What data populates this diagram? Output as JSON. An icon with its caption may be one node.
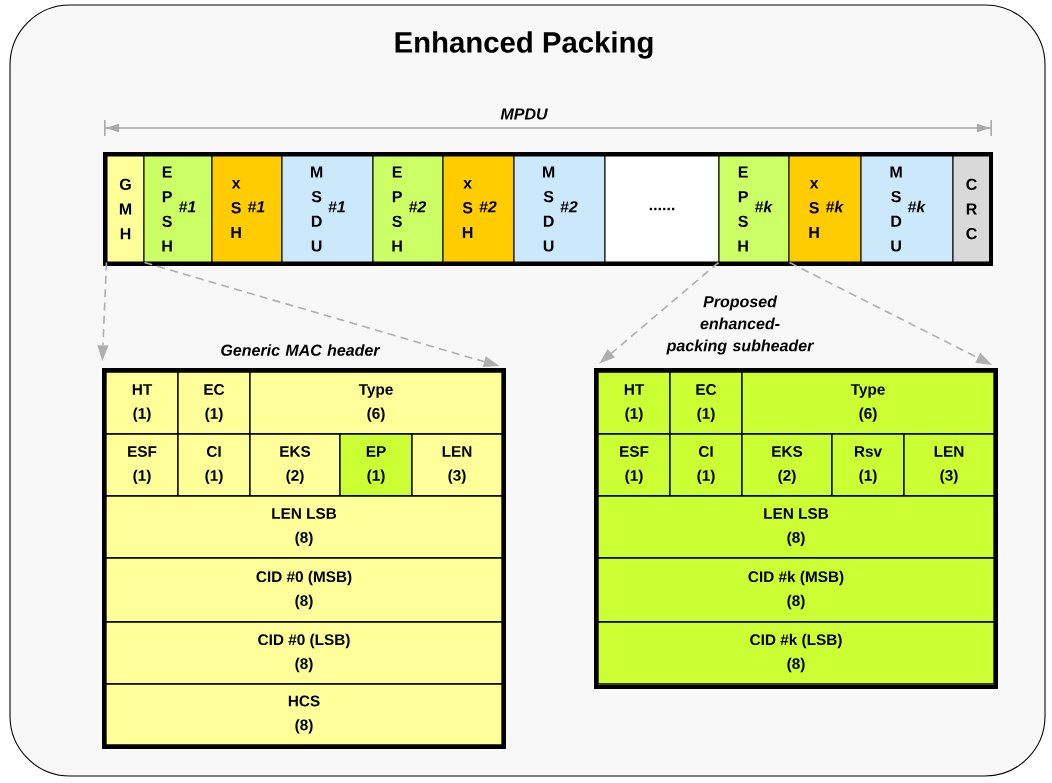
{
  "diagram": {
    "title": "Enhanced Packing",
    "nodes": [
      {
        "text": [
          "G M H"
        ]
      },
      {
        "text": [
          "E P S H",
          "#1"
        ]
      },
      {
        "text": [
          "x S H",
          "#1"
        ]
      },
      {
        "text": [
          "M S D U",
          "#1"
        ]
      },
      {
        "text": [
          "E P S H",
          "#2"
        ]
      },
      {
        "text": [
          "x S H",
          "#2"
        ]
      },
      {
        "text": [
          "M S D U",
          "#2"
        ]
      },
      {
        "text": [
          "......"
        ]
      },
      {
        "text": [
          "E P S H",
          "#k"
        ]
      },
      {
        "text": [
          "x S H",
          "#k"
        ]
      },
      {
        "text": [
          "M S D U",
          "#k"
        ]
      },
      {
        "text": [
          "C R C"
        ]
      },
      {
        "text": [
          "Generic MAC header"
        ]
      },
      {
        "text": [
          "HT",
          "(1)"
        ],
        "in": 12
      },
      {
        "text": [
          "EC",
          "(1)"
        ],
        "in": 12
      },
      {
        "text": [
          "Type",
          "(6)"
        ],
        "in": 12
      },
      {
        "text": [
          "ESF",
          "(1)"
        ],
        "in": 12
      },
      {
        "text": [
          "CI",
          "(1)"
        ],
        "in": 12
      },
      {
        "text": [
          "EKS",
          "(2)"
        ],
        "in": 12
      },
      {
        "text": [
          "EP",
          "(1)"
        ],
        "in": 12
      },
      {
        "text": [
          "LEN",
          "(3)"
        ],
        "in": 12
      },
      {
        "text": [
          "LEN LSB",
          "(8)"
        ],
        "in": 12
      },
      {
        "text": [
          "CID #0 (MSB)",
          "(8)"
        ],
        "in": 12
      },
      {
        "text": [
          "CID #0 (LSB)",
          "(8)"
        ],
        "in": 12
      },
      {
        "text": [
          "HCS",
          "(8)"
        ],
        "in": 12
      },
      {
        "text": [
          "Proposed enhanced-packing subheader"
        ]
      },
      {
        "text": [
          "HT",
          "(1)"
        ],
        "in": 25
      },
      {
        "text": [
          "EC",
          "(1)"
        ],
        "in": 25
      },
      {
        "text": [
          "Type",
          "(6)"
        ],
        "in": 25
      },
      {
        "text": [
          "ESF",
          "(1)"
        ],
        "in": 25
      },
      {
        "text": [
          "CI",
          "(1)"
        ],
        "in": 25
      },
      {
        "text": [
          "EKS",
          "(2)"
        ],
        "in": 25
      },
      {
        "text": [
          "Rsv",
          "(1)"
        ],
        "in": 25
      },
      {
        "text": [
          "LEN",
          "(3)"
        ],
        "in": 25
      },
      {
        "text": [
          "LEN LSB",
          "(8)"
        ],
        "in": 25
      },
      {
        "text": [
          "CID #k (MSB)",
          "(8)"
        ],
        "in": 25
      },
      {
        "text": [
          "CID #k (LSB)",
          "(8)"
        ],
        "in": 25
      }
    ],
    "edges": [
      {
        "from": 0,
        "to": 12,
        "arrow": "to",
        "style": "dashed"
      },
      {
        "from": 0,
        "to": 12,
        "arrow": "to",
        "style": "dashed"
      },
      {
        "from": 8,
        "to": 25,
        "arrow": "to",
        "style": "dashed"
      },
      {
        "from": 8,
        "to": 25,
        "arrow": "to",
        "style": "dashed"
      }
    ],
    "labels": [
      "MPDU"
    ]
  }
}
